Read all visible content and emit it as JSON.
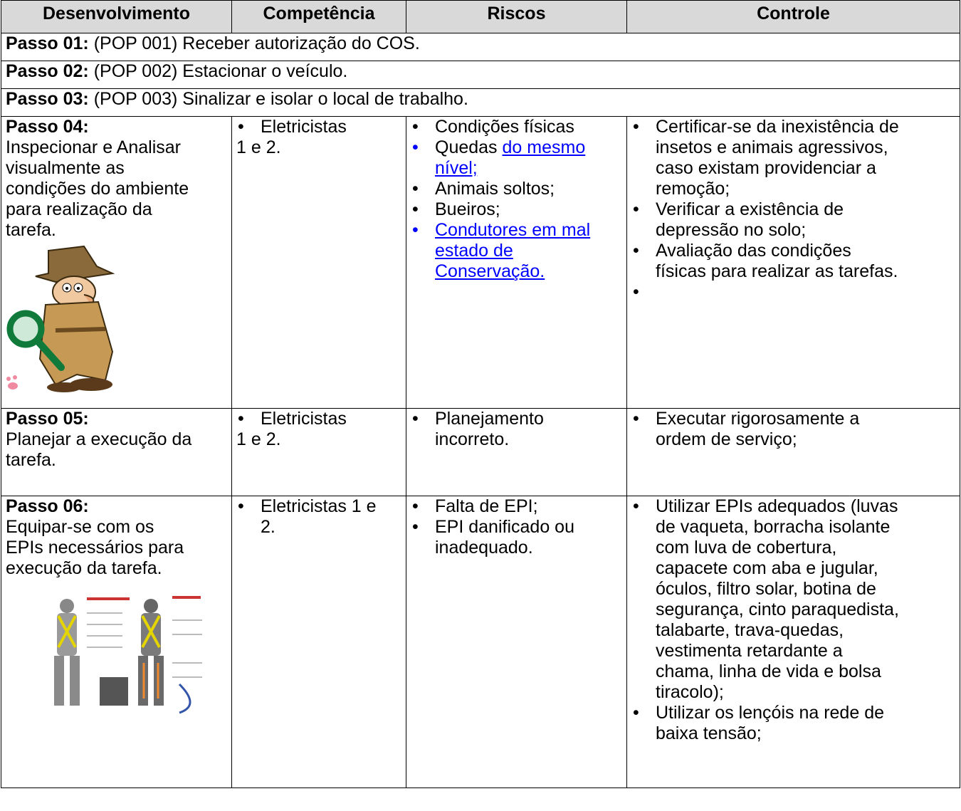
{
  "headers": {
    "col1": "Desenvolvimento",
    "col2": "Competência",
    "col3": "Riscos",
    "col4": "Controle"
  },
  "steps_simple": [
    {
      "label": "Passo 01:",
      "text": " (POP 001) Receber autorização do COS."
    },
    {
      "label": "Passo 02:",
      "text": " (POP 002) Estacionar o veículo."
    },
    {
      "label": "Passo 03:",
      "text": " (POP 003) Sinalizar e isolar o local de trabalho."
    }
  ],
  "step04": {
    "label": "Passo 04:",
    "desc_lines": [
      "Inspecionar e Analisar",
      "visualmente as",
      "condições do ambiente",
      "para realização da",
      "tarefa."
    ],
    "competencia_lines": [
      "Eletricistas",
      "1 e 2."
    ],
    "riscos": {
      "r1": "Condições físicas",
      "r2a": "Quedas ",
      "r2b_link": "do mesmo",
      "r2c_link": "nível;",
      "r3": "Animais soltos;",
      "r4": "Bueiros;",
      "r5_link_1": "Condutores em mal",
      "r5_link_2": "estado de",
      "r5_link_3": "Conservação."
    },
    "controle": {
      "c1_lines": [
        "Certificar-se da inexistência de",
        "insetos e animais agressivos,",
        "caso existam providenciar a",
        "remoção;"
      ],
      "c2_lines": [
        "Verificar a existência de",
        "depressão no solo;"
      ],
      "c3_lines": [
        "Avaliação das condições",
        "físicas para realizar as tarefas."
      ],
      "c4": ""
    },
    "image_icon": "detective-cartoon-icon"
  },
  "step05": {
    "label": "Passo 05:",
    "desc_lines": [
      "Planejar a execução da",
      "tarefa."
    ],
    "competencia_lines": [
      "Eletricistas",
      "1 e 2."
    ],
    "riscos_lines": [
      "Planejamento",
      "incorreto."
    ],
    "controle_lines": [
      "Executar rigorosamente a",
      "ordem de serviço;"
    ]
  },
  "step06": {
    "label": "Passo 06:",
    "desc_lines": [
      "Equipar-se com os",
      "EPIs necessários para",
      "execução da tarefa."
    ],
    "competencia_lines": [
      "Eletricistas 1 e",
      "2."
    ],
    "riscos": {
      "r1": "Falta de EPI;",
      "r2_lines": [
        "EPI danificado ou",
        "inadequado."
      ]
    },
    "controle": {
      "c1_lines": [
        "Utilizar EPIs adequados (luvas",
        "de vaqueta, borracha isolante",
        "com luva de cobertura,",
        "capacete com aba e jugular,",
        "óculos, filtro solar, botina de",
        "segurança, cinto paraquedista,",
        "talabarte, trava-quedas,",
        "vestimenta retardante a",
        "chama, linha de vida e bolsa",
        "tiracolo);"
      ],
      "c2_lines": [
        "Utilizar os lençóis na rede de",
        "baixa tensão;"
      ]
    },
    "image_icon": "safety-harness-diagram-icon"
  }
}
